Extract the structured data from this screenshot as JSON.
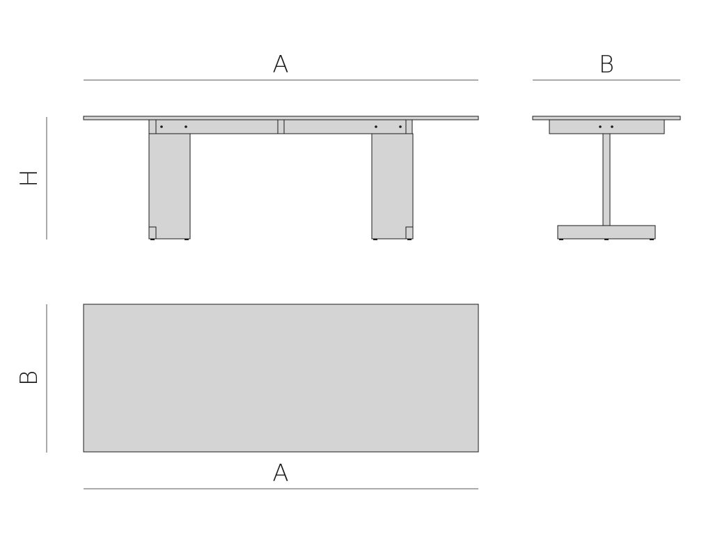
{
  "dimensions": {
    "front_width": "A",
    "side_width": "B",
    "height": "H",
    "plan_depth": "B",
    "plan_width": "A"
  },
  "colors": {
    "fill": "#d4d4d4",
    "outline": "#1a1a1a",
    "dimension_line": "#555555",
    "background": "#ffffff"
  }
}
